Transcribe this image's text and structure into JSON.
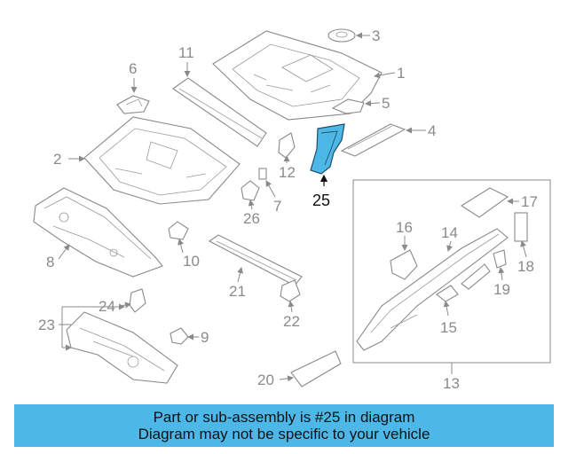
{
  "diagram": {
    "highlight_color": "#4db8e8",
    "callouts": {
      "c1": "1",
      "c2": "2",
      "c3": "3",
      "c4": "4",
      "c5": "5",
      "c6": "6",
      "c7": "7",
      "c8": "8",
      "c9": "9",
      "c10": "10",
      "c11": "11",
      "c12": "12",
      "c13": "13",
      "c14": "14",
      "c15": "15",
      "c16": "16",
      "c17": "17",
      "c18": "18",
      "c19": "19",
      "c20": "20",
      "c21": "21",
      "c22": "22",
      "c23": "23",
      "c24": "24",
      "c25": "25",
      "c26": "26"
    }
  },
  "banner": {
    "line1": "Part or sub-assembly is #25 in diagram",
    "line2": "Diagram may not be specific to your vehicle",
    "background": "#4db8e8"
  }
}
